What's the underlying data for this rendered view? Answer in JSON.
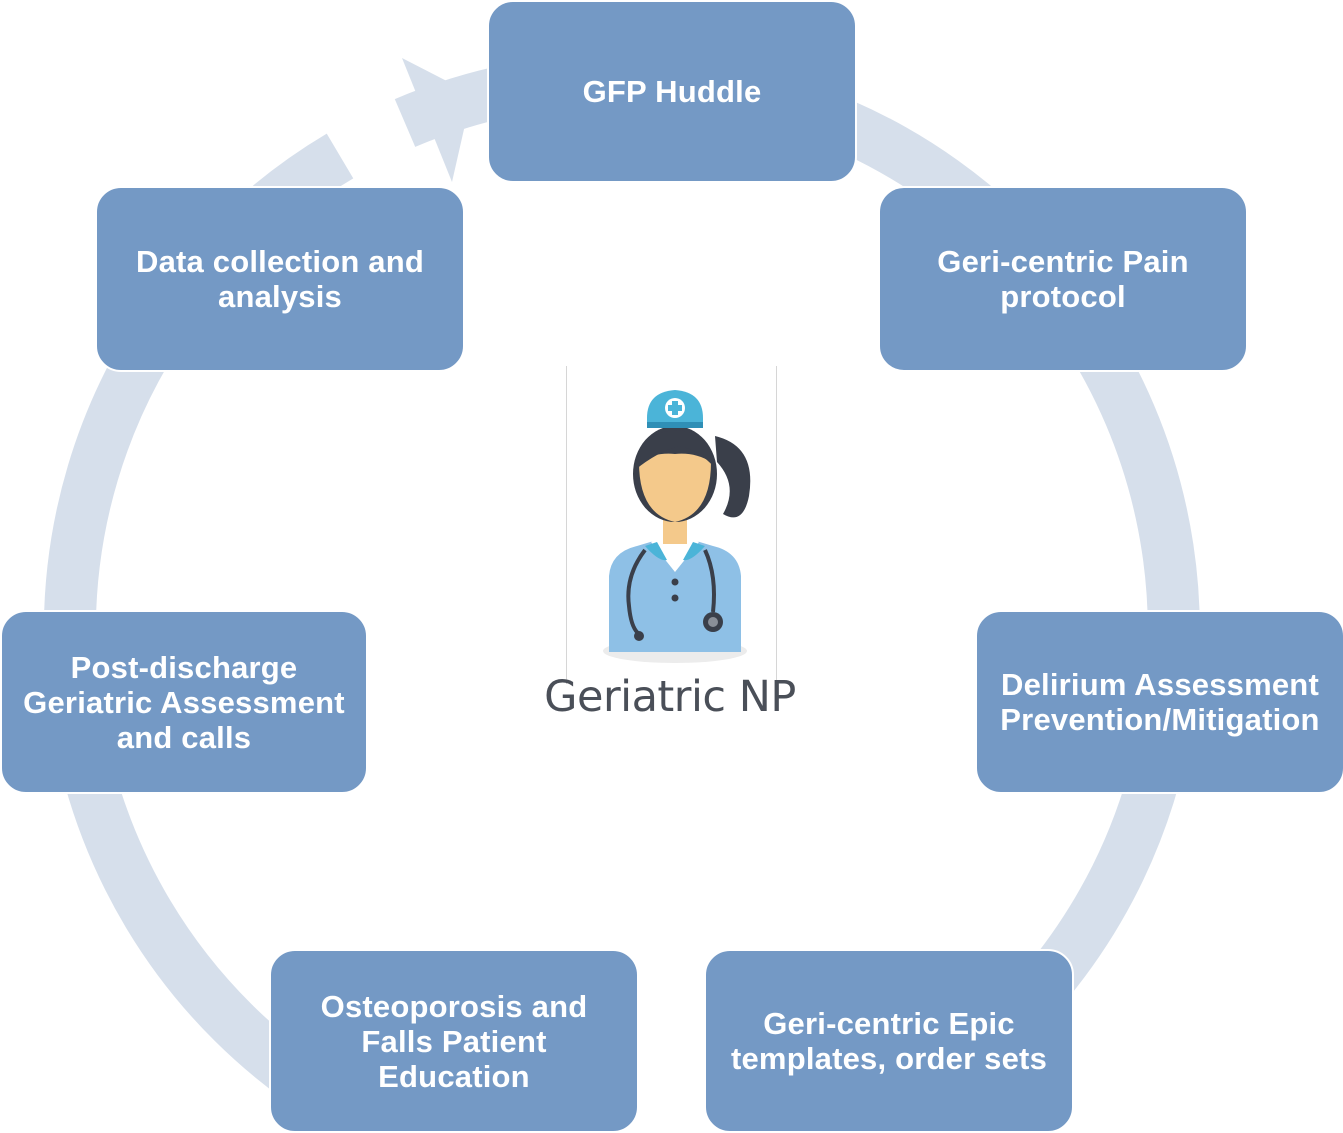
{
  "colors": {
    "node_fill": "#7499c5",
    "node_text": "#ffffff",
    "cycle_ring": "#d6dfeb",
    "label_text": "#4a4f58"
  },
  "center": {
    "label": "Geriatric NP",
    "icon": "nurse-practitioner-icon"
  },
  "nodes": [
    {
      "lines": [
        "GFP Huddle"
      ]
    },
    {
      "lines": [
        "Geri-centric Pain",
        "protocol"
      ]
    },
    {
      "lines": [
        "Delirium Assessment",
        "Prevention/Mitigation"
      ]
    },
    {
      "lines": [
        "Geri-centric Epic",
        "templates, order sets"
      ]
    },
    {
      "lines": [
        "Osteoporosis and",
        "Falls Patient",
        "Education"
      ]
    },
    {
      "lines": [
        "Post-discharge",
        "Geriatric Assessment",
        "and calls"
      ]
    },
    {
      "lines": [
        "Data collection and",
        "analysis"
      ]
    }
  ]
}
